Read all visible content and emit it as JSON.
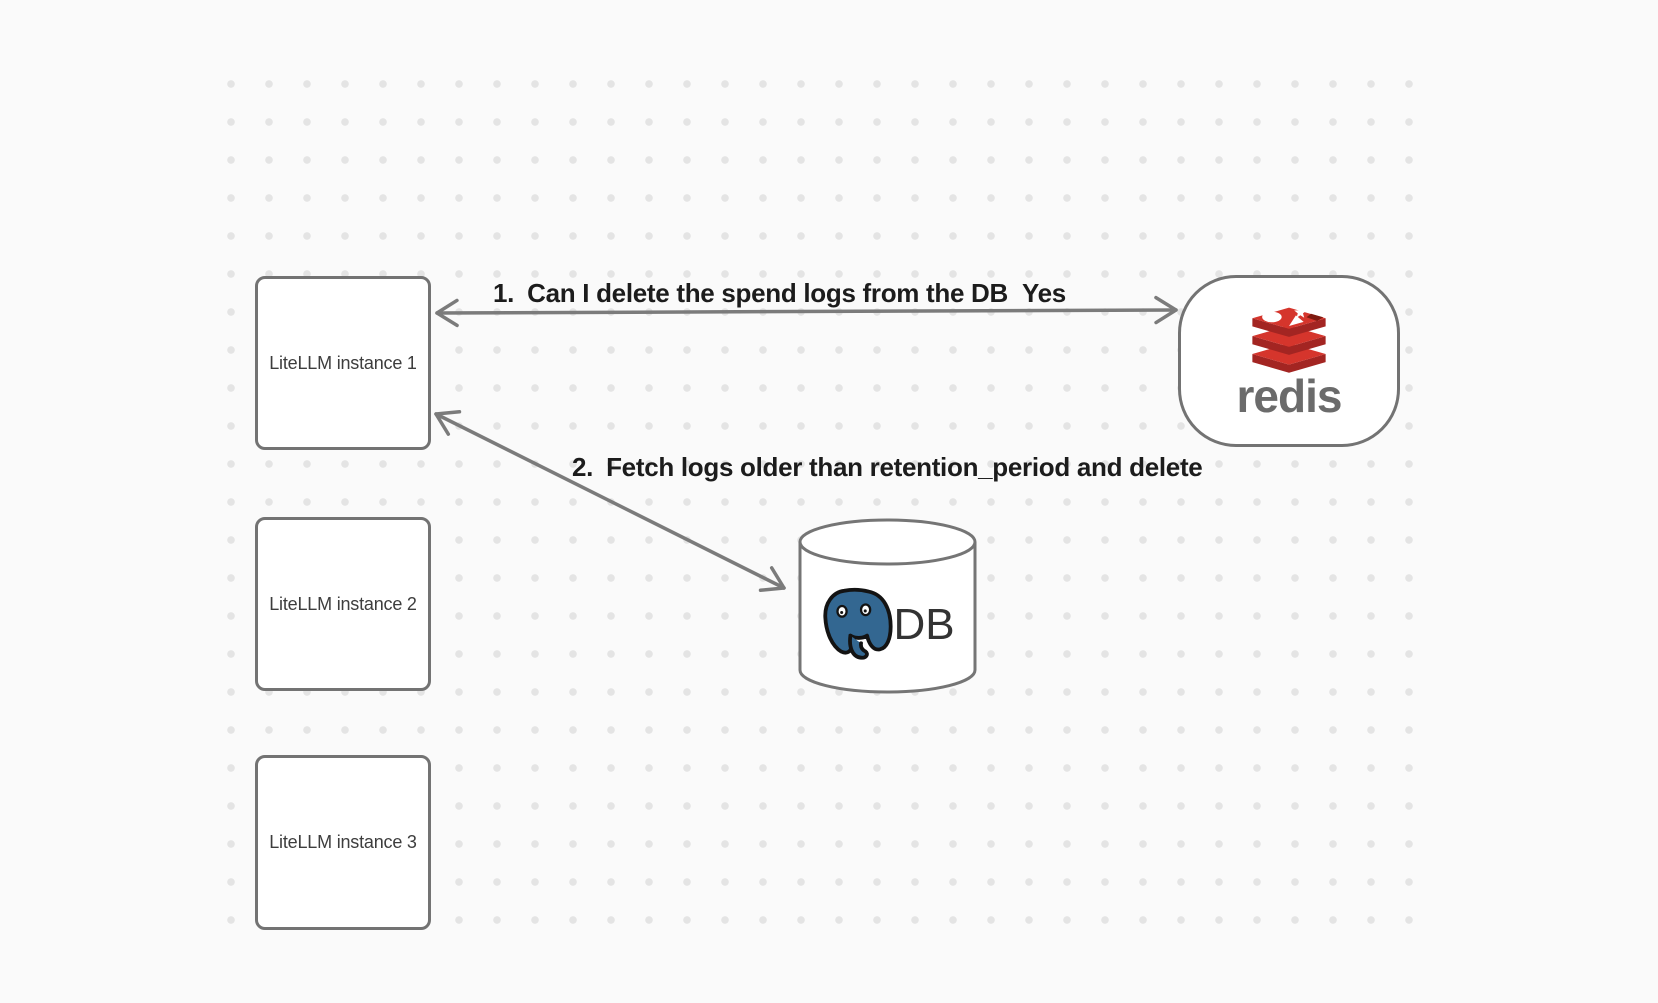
{
  "diagram": {
    "nodes": {
      "instance1": {
        "label": "LiteLLM instance 1"
      },
      "instance2": {
        "label": "LiteLLM instance 2"
      },
      "instance3": {
        "label": "LiteLLM instance 3"
      },
      "redis": {
        "wordmark": "redis"
      },
      "database": {
        "label": "DB"
      }
    },
    "edges": {
      "redis_question": {
        "number": "1.",
        "text": "Can I delete the spend logs from the DB",
        "response": "Yes"
      },
      "db_fetch": {
        "number": "2.",
        "text": "Fetch logs older than retention_period and delete"
      }
    },
    "icons": {
      "redis_logo": "redis-stacked-layers",
      "postgres_logo": "postgresql-elephant"
    },
    "colors": {
      "background": "#fafafa",
      "grid_dot": "#e4e4e4",
      "shape_stroke": "#737373",
      "arrow_stroke": "#7b7b7b",
      "label_text": "#1c1c1c",
      "redis_red": "#d5352c",
      "redis_red_dark": "#a32522",
      "redis_wordmark_gray": "#6b6b6b",
      "postgres_blue": "#336791"
    }
  }
}
